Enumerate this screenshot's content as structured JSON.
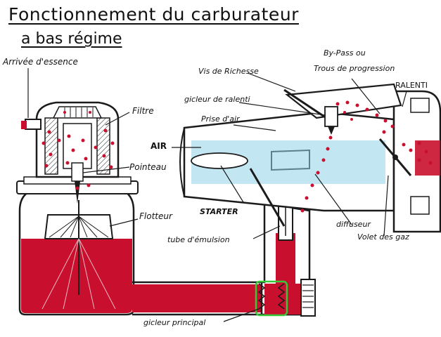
{
  "title": {
    "line1": "Fonctionnement du carburateur",
    "line2": "a bas régime"
  },
  "labels": {
    "arrivee_essence": "Arrivée d'essence",
    "filtre": "Filtre",
    "pointeau": "Pointeau",
    "flotteur": "Flotteur",
    "air": "AIR",
    "prise_air": "Prise d'air",
    "vis_richesse": "Vis de Richesse",
    "gicleur_ralenti": "gicleur de ralenti",
    "by_pass": "By-Pass ou",
    "trous_progression": "Trous de progression",
    "ralenti": "RALENTI",
    "starter": "STARTER",
    "tube_emulsion": "tube d'émulsion",
    "diffuseur": "diffuseur",
    "volet_gaz": "Volet des gaz",
    "gicleur_principal": "gicleur principal"
  },
  "colors": {
    "fuel": "#c8102e",
    "air_flow": "#8fd4ea",
    "ink": "#1b1b1b",
    "highlight": "#37c837"
  }
}
